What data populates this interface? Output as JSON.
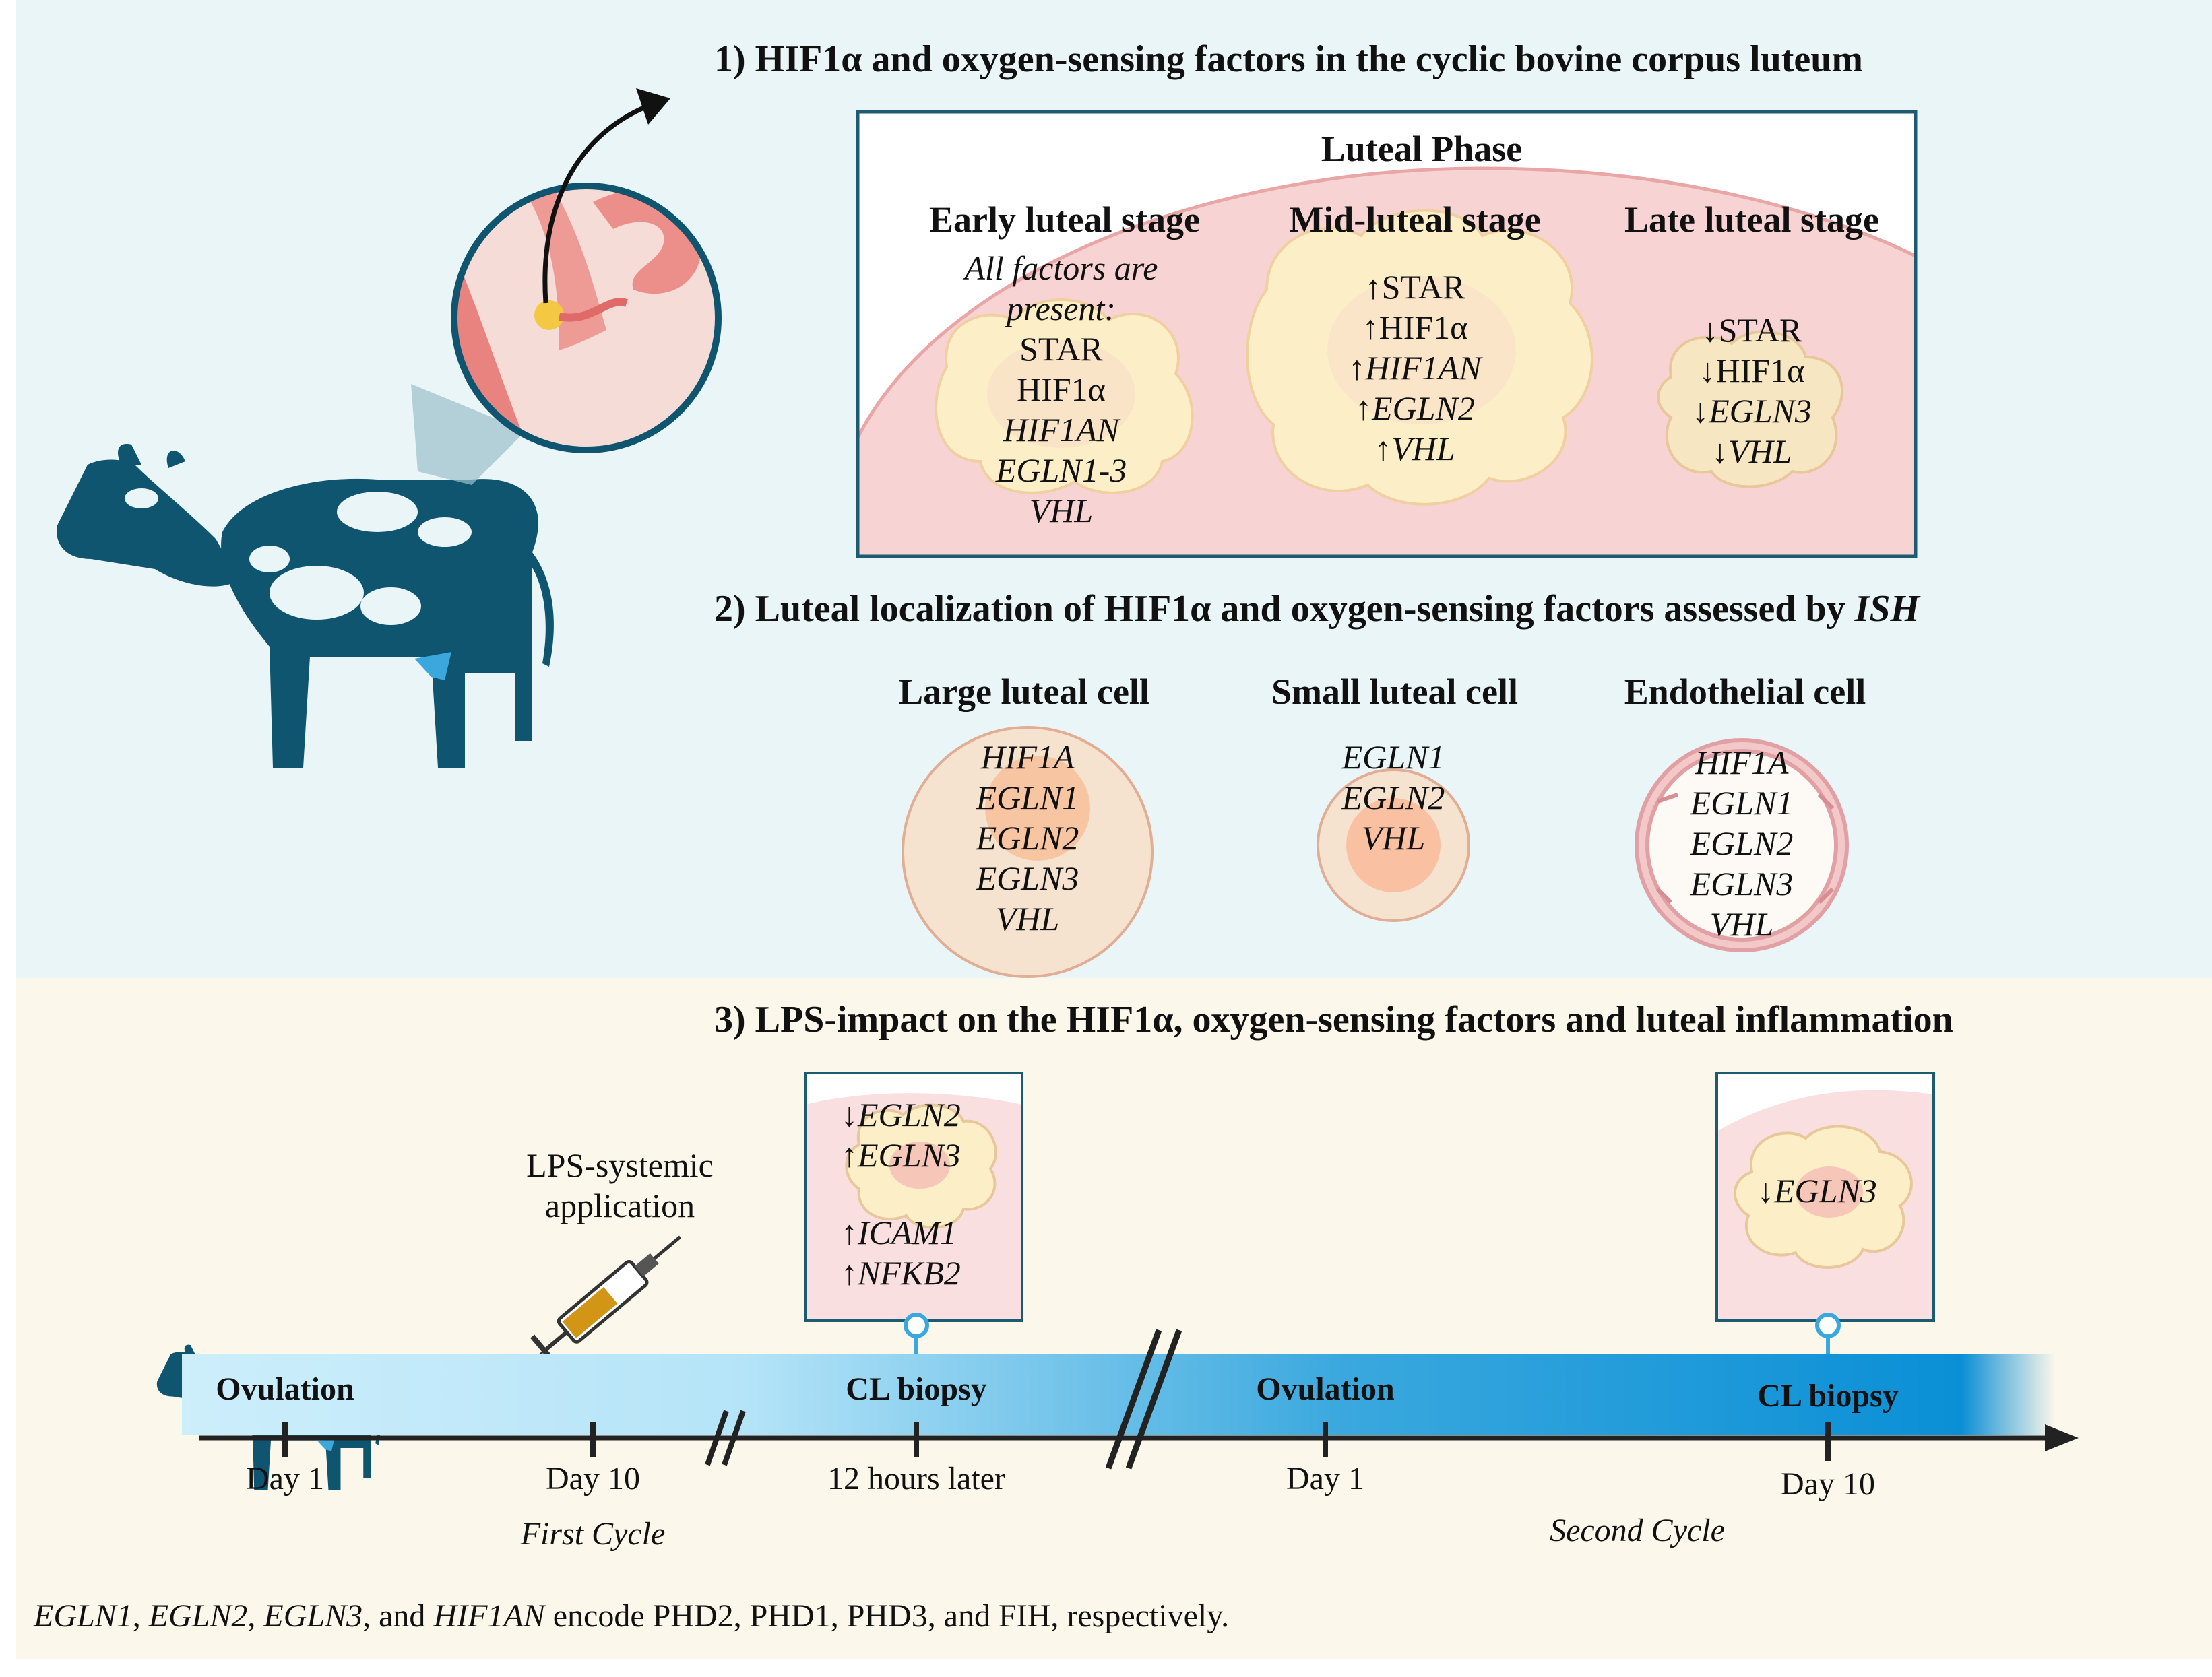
{
  "section1": {
    "title": "1) HIF1α and oxygen-sensing factors in the cyclic bovine corpus luteum",
    "phase_title": "Luteal Phase",
    "early": {
      "heading": "Early luteal stage",
      "note_line1": "All factors are",
      "note_line2": "present:",
      "items": [
        "STAR",
        "HIF1α",
        "HIF1AN",
        "EGLN1-3",
        "VHL"
      ]
    },
    "mid": {
      "heading": "Mid-luteal stage",
      "items": [
        "↑STAR",
        "↑HIF1α",
        "↑HIF1AN",
        "↑EGLN2",
        "↑VHL"
      ]
    },
    "late": {
      "heading": "Late luteal stage",
      "items": [
        "↓STAR",
        "↓HIF1α",
        "↓EGLN3",
        "↓VHL"
      ]
    }
  },
  "section2": {
    "title_main": "2) Luteal localization of HIF1α and oxygen-sensing factors assessed by ",
    "title_italic": "ISH",
    "large": {
      "heading": "Large luteal cell",
      "items": [
        "HIF1A",
        "EGLN1",
        "EGLN2",
        "EGLN3",
        "VHL"
      ]
    },
    "small": {
      "heading": "Small luteal cell",
      "items": [
        "EGLN1",
        "EGLN2",
        "VHL"
      ]
    },
    "endo": {
      "heading": "Endothelial cell",
      "items": [
        "HIF1A",
        "EGLN1",
        "EGLN2",
        "EGLN3",
        "VHL"
      ]
    }
  },
  "section3": {
    "title": "3) LPS-impact on the HIF1α, oxygen-sensing factors and luteal inflammation",
    "lps_line1": "LPS-systemic",
    "lps_line2": "application",
    "biopsy1_items": [
      "↓EGLN2",
      "↑EGLN3",
      "↑ICAM1",
      "↑NFKB2"
    ],
    "biopsy2_items": [
      "↓EGLN3"
    ],
    "bar_labels": [
      "Ovulation",
      "CL biopsy",
      "Ovulation",
      "CL biopsy"
    ],
    "ticks": [
      "Day 1",
      "Day 10",
      "12 hours later",
      "Day 1",
      "Day 10"
    ],
    "cycle1": "First Cycle",
    "cycle2": "Second Cycle"
  },
  "footnote": {
    "g1": "EGLN1",
    "sep1": ", ",
    "g2": "EGLN2",
    "sep2": ", ",
    "g3": "EGLN3",
    "sep3": ", and ",
    "g4": "HIF1AN",
    "rest": " encode PHD2, PHD1, PHD3, and FIH, respectively."
  },
  "colors": {
    "top_bg": "#eaf5f7",
    "bottom_bg": "#fbf7ea",
    "cow": "#0f5570",
    "tissue": "#f7d3d3",
    "luteal": "#fdeec6",
    "timeline": "#1e9bd7"
  }
}
